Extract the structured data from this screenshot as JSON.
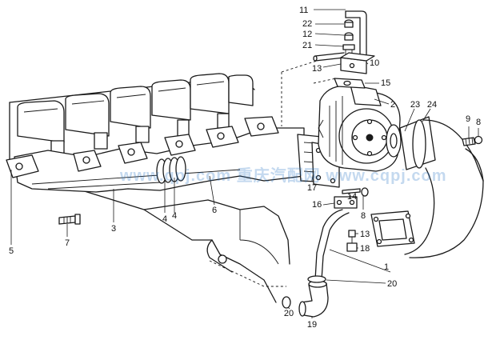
{
  "watermark": "www.qpj.com 重庆汽配网 www.cqpj.com",
  "callouts": [
    {
      "id": "c1",
      "text": "1",
      "color": "#111111"
    },
    {
      "id": "c2",
      "text": "2",
      "color": "#111111"
    },
    {
      "id": "c3",
      "text": "3",
      "color": "#111111"
    },
    {
      "id": "c4a",
      "text": "4",
      "color": "#111111"
    },
    {
      "id": "c4b",
      "text": "4",
      "color": "#111111"
    },
    {
      "id": "c5",
      "text": "5",
      "color": "#111111"
    },
    {
      "id": "c6",
      "text": "6",
      "color": "#111111"
    },
    {
      "id": "c7",
      "text": "7",
      "color": "#111111"
    },
    {
      "id": "c8a",
      "text": "8",
      "color": "#111111"
    },
    {
      "id": "c8b",
      "text": "8",
      "color": "#111111"
    },
    {
      "id": "c9",
      "text": "9",
      "color": "#111111"
    },
    {
      "id": "c10",
      "text": "10",
      "color": "#111111"
    },
    {
      "id": "c11",
      "text": "11",
      "color": "#111111"
    },
    {
      "id": "c12",
      "text": "12",
      "color": "#111111"
    },
    {
      "id": "c13a",
      "text": "13",
      "color": "#111111"
    },
    {
      "id": "c13b",
      "text": "13",
      "color": "#111111"
    },
    {
      "id": "c14",
      "text": "14",
      "color": "#111111"
    },
    {
      "id": "c15",
      "text": "15",
      "color": "#111111"
    },
    {
      "id": "c16",
      "text": "16",
      "color": "#111111"
    },
    {
      "id": "c17",
      "text": "17",
      "color": "#111111"
    },
    {
      "id": "c18",
      "text": "18",
      "color": "#111111"
    },
    {
      "id": "c19",
      "text": "19",
      "color": "#111111"
    },
    {
      "id": "c20a",
      "text": "20",
      "color": "#111111"
    },
    {
      "id": "c20b",
      "text": "20",
      "color": "#111111"
    },
    {
      "id": "c21",
      "text": "21",
      "color": "#111111"
    },
    {
      "id": "c22",
      "text": "22",
      "color": "#111111"
    },
    {
      "id": "c23",
      "text": "23",
      "color": "#111111"
    },
    {
      "id": "c24",
      "text": "24",
      "color": "#111111"
    }
  ]
}
